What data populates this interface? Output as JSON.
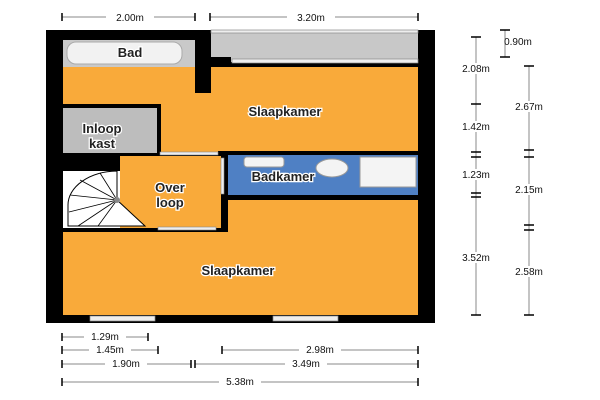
{
  "rooms": {
    "bad": "Bad",
    "slaapkamer_top": "Slaapkamer",
    "inloop_line1": "Inloop",
    "inloop_line2": "kast",
    "overloop_line1": "Over",
    "overloop_line2": "loop",
    "badkamer": "Badkamer",
    "slaapkamer_bottom": "Slaapkamer"
  },
  "dimensions": {
    "top": [
      "2.00m",
      "3.20m"
    ],
    "right_col1": [
      "0.90m",
      "2.08m",
      "1.42m",
      "1.23m",
      "3.52m"
    ],
    "right_col2": [
      "2.67m",
      "2.15m",
      "2.58m"
    ],
    "bottom": [
      "1.29m",
      "1.45m",
      "2.98m",
      "1.90m",
      "3.49m",
      "5.38m"
    ]
  },
  "colors": {
    "room": "#F9AA3A",
    "bathroom": "#4F80C4",
    "storage": "#BDBDBD",
    "wall": "#000000"
  }
}
